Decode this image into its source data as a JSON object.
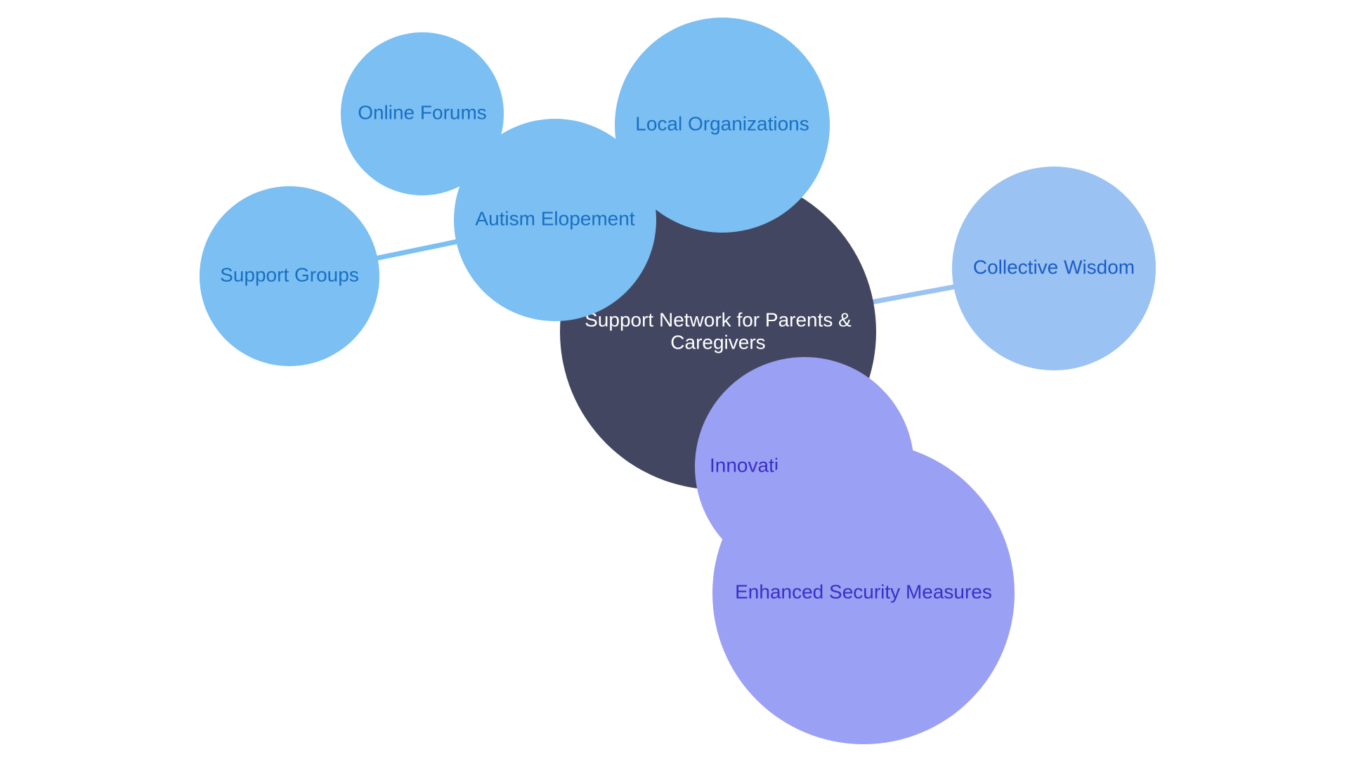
{
  "diagram": {
    "type": "mindmap",
    "root": {
      "label_line1": "Support Network for Parents &",
      "label_line2": "Caregivers",
      "fill": "#424660",
      "text_color": "#ffffff"
    },
    "branches": [
      {
        "label": "Autism Elopement",
        "fill": "#7bbff3",
        "text_color": "#1a6fc2",
        "children": [
          {
            "label": "Online Forums",
            "fill": "#7bbff3",
            "text_color": "#1a6fc2"
          },
          {
            "label": "Local Organizations",
            "fill": "#7bbff3",
            "text_color": "#1a6fc2"
          },
          {
            "label": "Support Groups",
            "fill": "#7bbff3",
            "text_color": "#1a6fc2"
          }
        ]
      },
      {
        "label": "Collective Wisdom",
        "fill": "#9ac2f2",
        "text_color": "#1b5dc7",
        "children": []
      },
      {
        "label": "Innovati",
        "fill": "#9aa0f3",
        "text_color": "#3a2fc8",
        "children": [
          {
            "label": "Enhanced Security Measures",
            "fill": "#9aa0f3",
            "text_color": "#3a2fc8"
          }
        ]
      }
    ],
    "colors": {
      "edge_blue": "#7bbff3",
      "edge_lightblue": "#9ac2f2"
    }
  }
}
